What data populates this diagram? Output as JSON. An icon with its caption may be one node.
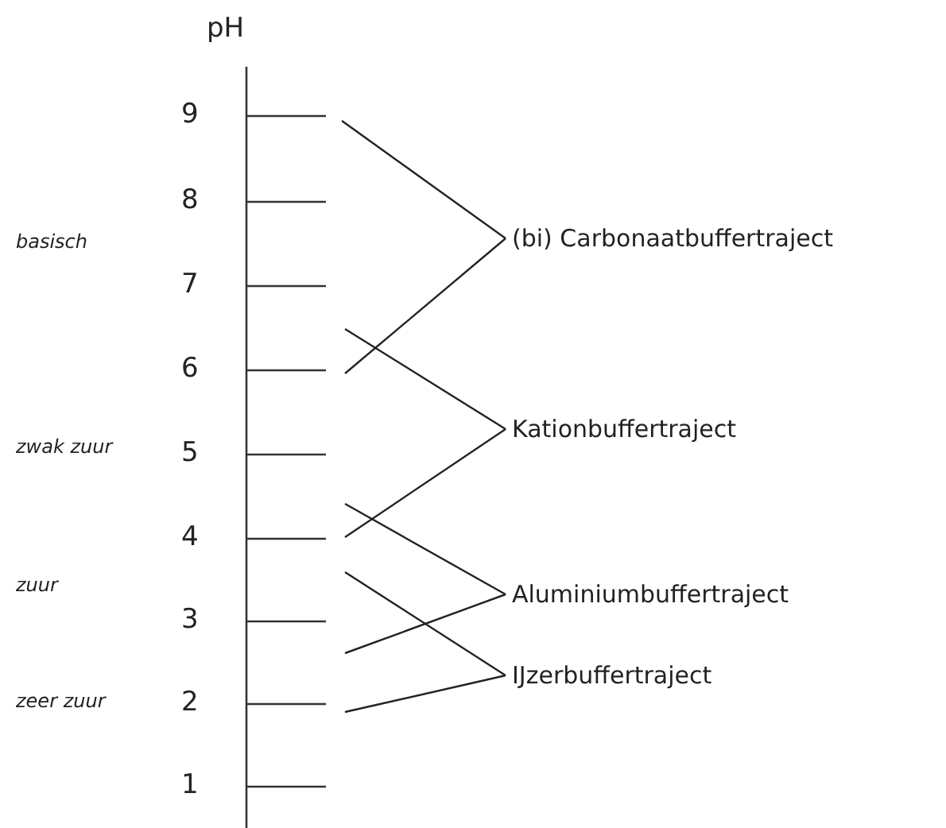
{
  "diagram": {
    "nodes": [
      {
        "text": [
          "(bi) Carbonaatbuffertraject"
        ]
      },
      {
        "text": [
          "Kationbuffertraject"
        ]
      },
      {
        "text": [
          "Aluminiumbuffertraject"
        ]
      },
      {
        "text": [
          "IJzerbuffertraject"
        ]
      }
    ],
    "edges": [
      {
        "from": null,
        "to": 0,
        "arrow": "none"
      },
      {
        "from": null,
        "to": 0,
        "arrow": "none"
      },
      {
        "from": null,
        "to": 1,
        "arrow": "none"
      },
      {
        "from": null,
        "to": 1,
        "arrow": "none"
      },
      {
        "from": null,
        "to": 2,
        "arrow": "none"
      },
      {
        "from": null,
        "to": 2,
        "arrow": "none"
      },
      {
        "from": null,
        "to": 3,
        "arrow": "none"
      },
      {
        "from": null,
        "to": 3,
        "arrow": "none"
      }
    ],
    "labels": [
      "pH",
      "9",
      "8",
      "basisch",
      "7",
      "6",
      "zwak zuur",
      "5",
      "4",
      "zuur",
      "3",
      "2",
      "zeer zuur",
      "1"
    ]
  }
}
